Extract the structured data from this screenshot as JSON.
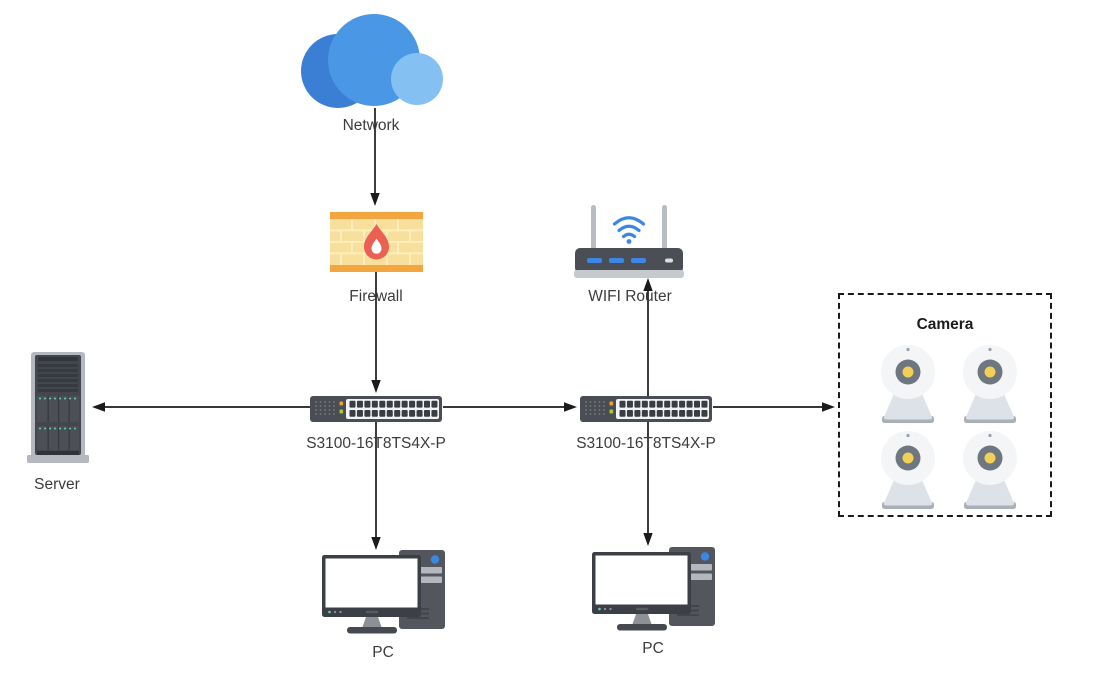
{
  "nodes": {
    "network": {
      "label": "Network",
      "icon": "cloud"
    },
    "firewall": {
      "label": "Firewall",
      "icon": "brick-wall-flame"
    },
    "wifi_router": {
      "label": "WIFI Router",
      "icon": "wifi-router"
    },
    "switch_left": {
      "label": "S3100-16T8TS4X-P",
      "icon": "ethernet-switch-24-port"
    },
    "switch_right": {
      "label": "S3100-16T8TS4X-P",
      "icon": "ethernet-switch-24-port"
    },
    "server": {
      "label": "Server",
      "icon": "tower-server"
    },
    "camera_group": {
      "label": "Camera",
      "icon": "ip-camera",
      "camera_count": 4
    },
    "pc_left": {
      "label": "PC",
      "icon": "desktop-pc"
    },
    "pc_right": {
      "label": "PC",
      "icon": "desktop-pc"
    }
  },
  "connections": [
    {
      "from": "network",
      "to": "firewall",
      "arrow_at": "firewall"
    },
    {
      "from": "firewall",
      "to": "switch_left",
      "arrow_at": "switch_left"
    },
    {
      "from": "switch_left",
      "to": "server",
      "arrow_at": "server"
    },
    {
      "from": "switch_left",
      "to": "switch_right",
      "arrow_at": "switch_right"
    },
    {
      "from": "switch_left",
      "to": "pc_left",
      "arrow_at": "pc_left"
    },
    {
      "from": "switch_right",
      "to": "wifi_router",
      "arrow_at": "wifi_router"
    },
    {
      "from": "switch_right",
      "to": "camera_group",
      "arrow_at": "camera_group"
    },
    {
      "from": "switch_right",
      "to": "pc_right",
      "arrow_at": "pc_right"
    }
  ],
  "colors": {
    "background": "#ffffff",
    "connector_line": "#1b1b1b",
    "label_text": "#3c3c3c",
    "cloud_back": "#3b7fd4",
    "cloud_main": "#4a97e6",
    "cloud_front": "#85c0f2",
    "firewall_band": "#f3a53f",
    "firewall_brick": "#f8e09c",
    "flame_red": "#ec5f53",
    "wifi_blue": "#3d87e4",
    "device_gray": "#4b4f55",
    "led_orange": "#e8a33c",
    "led_green": "#a9c83e",
    "server_teal": "#62d0bd",
    "camera_lens_yellow": "#f2d057"
  }
}
